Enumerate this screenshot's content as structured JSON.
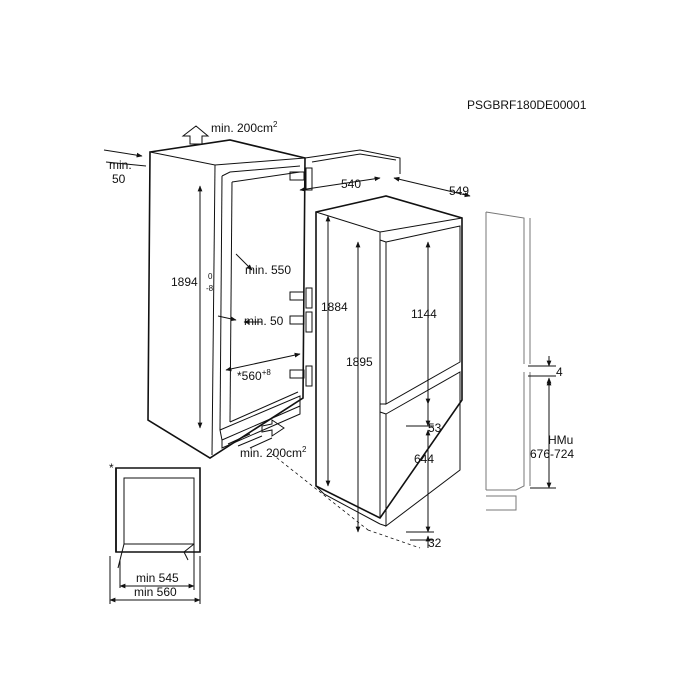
{
  "model_code": "PSGBRF180DE00001",
  "cabinet": {
    "top_vent": {
      "text": "min. 200cm",
      "sup": "2"
    },
    "side_clearance": {
      "line1": "min.",
      "line2": "50"
    },
    "niche_height": {
      "value": "1894",
      "tol_upper": "0",
      "tol_lower": "-8"
    },
    "depth_min": "min. 550",
    "gap_min": "min. 50",
    "width": {
      "value": "*560",
      "sup": "+8"
    },
    "bottom_vent": {
      "text": "min. 200cm",
      "sup": "2"
    }
  },
  "appliance": {
    "width": "540",
    "depth": "549",
    "door_height": "1884",
    "total_height": "1895",
    "upper_door": "1144",
    "door_gap": "53",
    "lower_door": "644",
    "bottom_offset": "32"
  },
  "side_detail": {
    "gap": "4",
    "hmu_label": "HMu",
    "hmu_range": "676-724"
  },
  "plan_view": {
    "asterisk": "*",
    "min_inner": "min 545",
    "min_outer": "min 560"
  }
}
